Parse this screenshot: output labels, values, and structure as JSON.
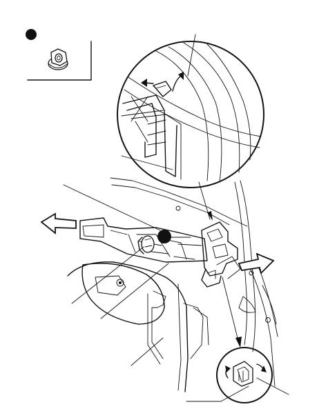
{
  "diagram": {
    "inset_marker_count": 1,
    "callout_markers": 1,
    "leader_lines": 7,
    "direction_arrows": [
      "left",
      "right"
    ],
    "detail_circles": [
      "upper-clip-detail",
      "lower-clip-detail"
    ],
    "colors": {
      "ink": "#111111",
      "paper": "#ffffff"
    }
  }
}
